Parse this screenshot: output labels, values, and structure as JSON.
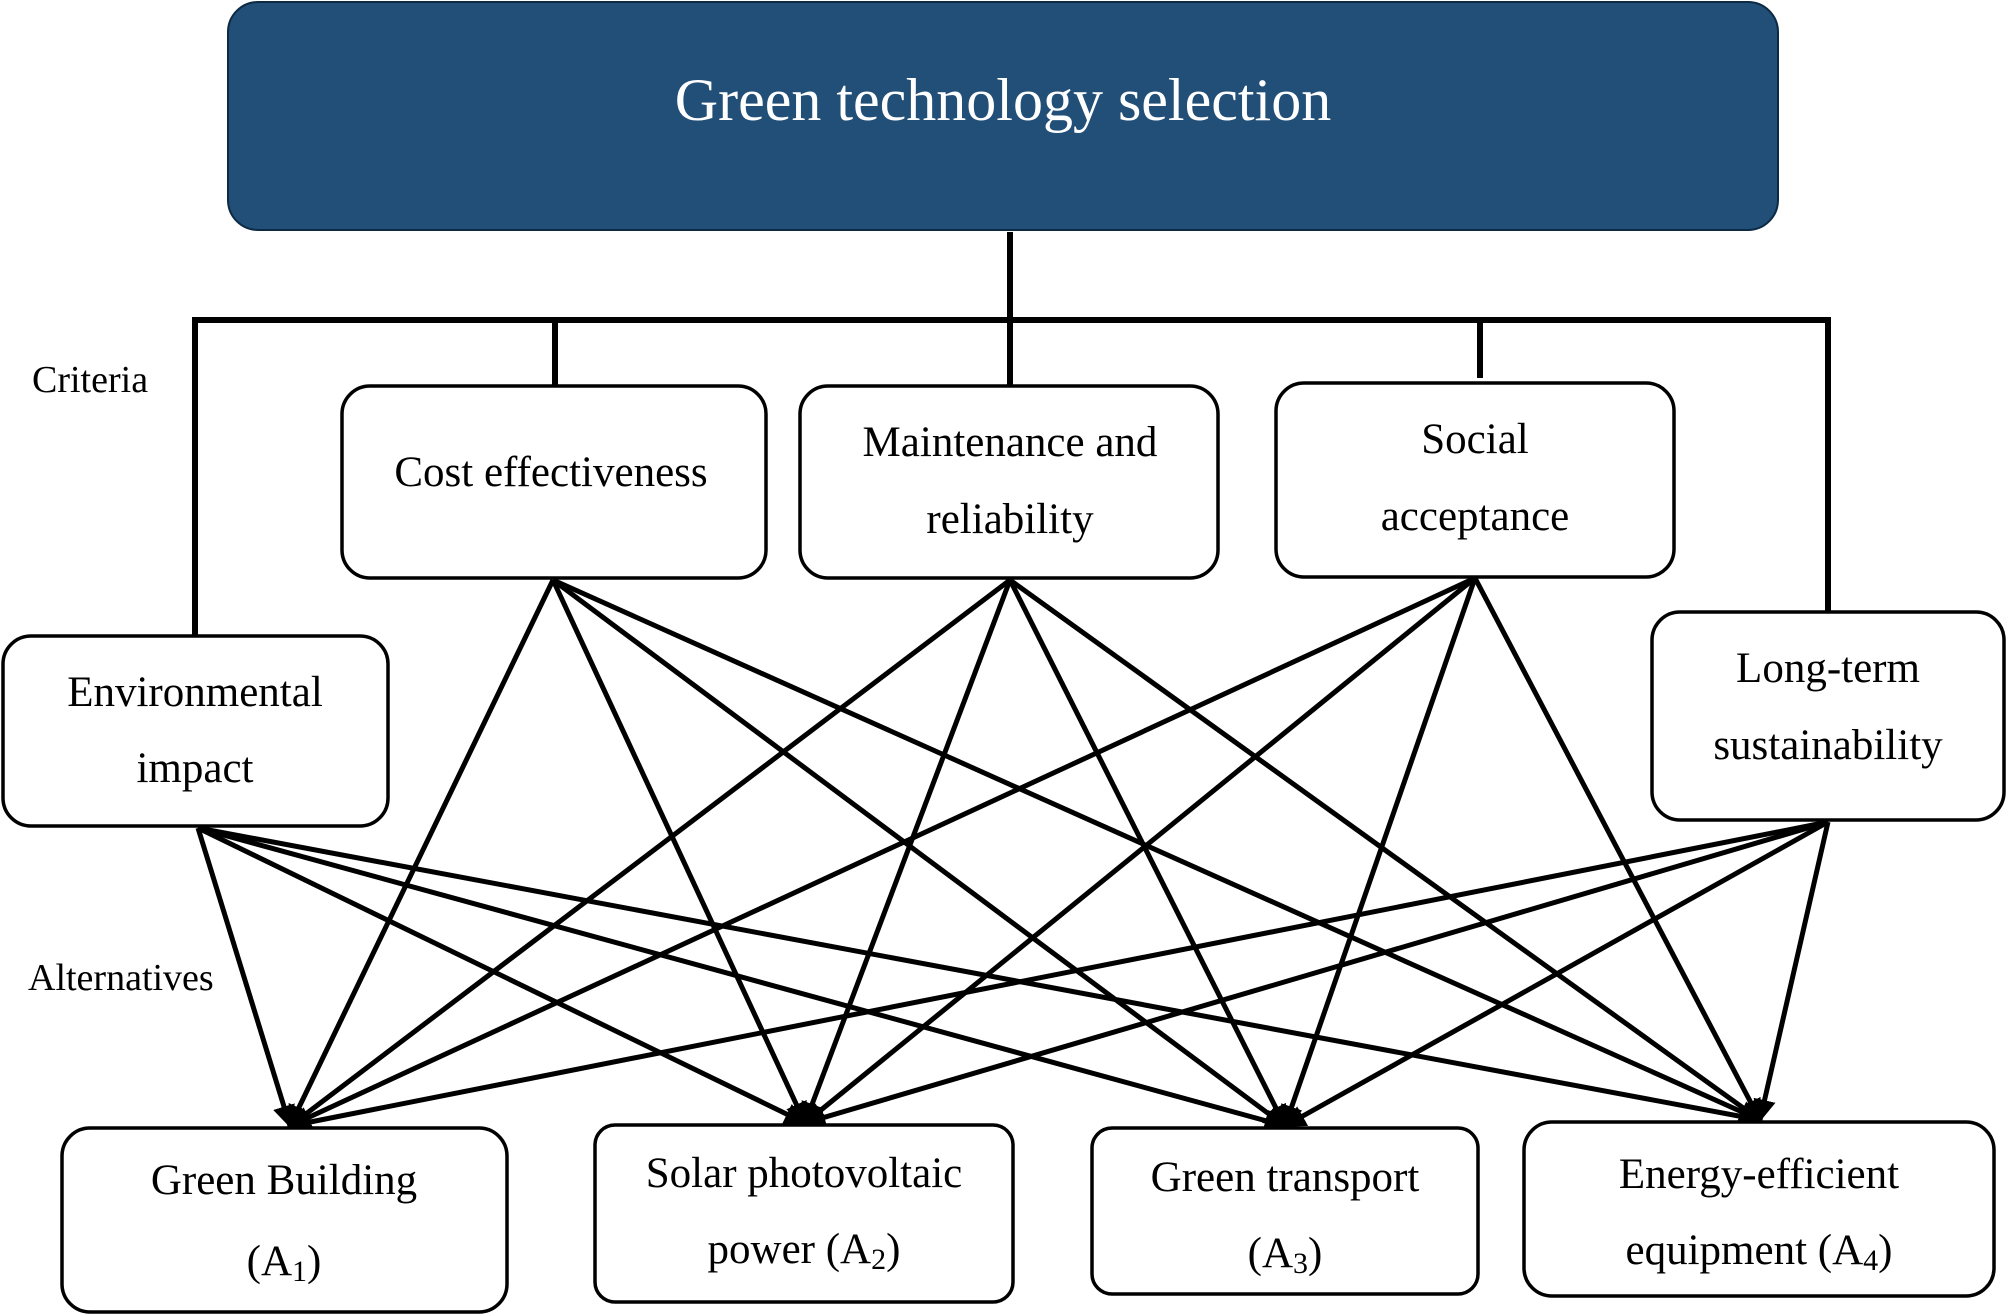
{
  "goal": {
    "label": "Green technology selection"
  },
  "criteria_label": "Criteria",
  "alternatives_label": "Alternatives",
  "criteria": [
    {
      "id": "environmental",
      "lines": [
        "Environmental",
        "impact"
      ]
    },
    {
      "id": "cost",
      "lines": [
        "Cost effectiveness"
      ]
    },
    {
      "id": "maintenance",
      "lines": [
        "Maintenance and",
        "reliability"
      ]
    },
    {
      "id": "social",
      "lines": [
        "Social",
        "acceptance"
      ]
    },
    {
      "id": "longterm",
      "lines": [
        "Long-term",
        "sustainability"
      ]
    }
  ],
  "alternatives": [
    {
      "id": "a1",
      "line1": "Green Building",
      "line2_prefix": "(A",
      "sub": "1",
      "line2_suffix": ")"
    },
    {
      "id": "a2",
      "line1": "Solar photovoltaic",
      "line2_prefix": "power (A",
      "sub": "2",
      "line2_suffix": ")"
    },
    {
      "id": "a3",
      "line1": "Green transport",
      "line2_prefix": "(A",
      "sub": "3",
      "line2_suffix": ")"
    },
    {
      "id": "a4",
      "line1": "Energy-efficient",
      "line2_prefix": "equipment (A",
      "sub": "4",
      "line2_suffix": ")"
    }
  ],
  "colors": {
    "goal_fill": "#214f78",
    "goal_text": "#ffffff",
    "line": "#000000"
  }
}
